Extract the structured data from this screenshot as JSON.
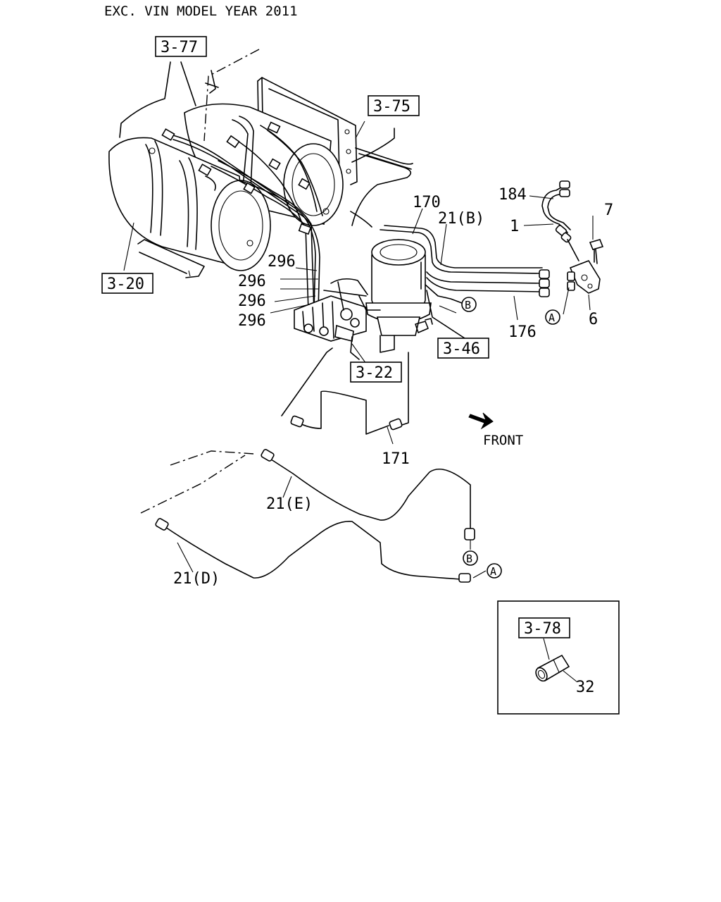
{
  "header": {
    "title": "EXC. VIN MODEL YEAR 2011"
  },
  "refs": {
    "r377": "3-77",
    "r375": "3-75",
    "r320": "3-20",
    "r346": "3-46",
    "r322": "3-22",
    "r378": "3-78"
  },
  "parts": {
    "p184": "184",
    "p1": "1",
    "p7": "7",
    "p170": "170",
    "p21b": "21(B)",
    "p296a": "296",
    "p296b": "296",
    "p296c": "296",
    "p296d": "296",
    "p6": "6",
    "p176": "176",
    "p171": "171",
    "p21e": "21(E)",
    "p21d": "21(D)",
    "p32": "32"
  },
  "markers": {
    "a": "A",
    "b": "B"
  },
  "direction": {
    "front": "FRONT"
  }
}
